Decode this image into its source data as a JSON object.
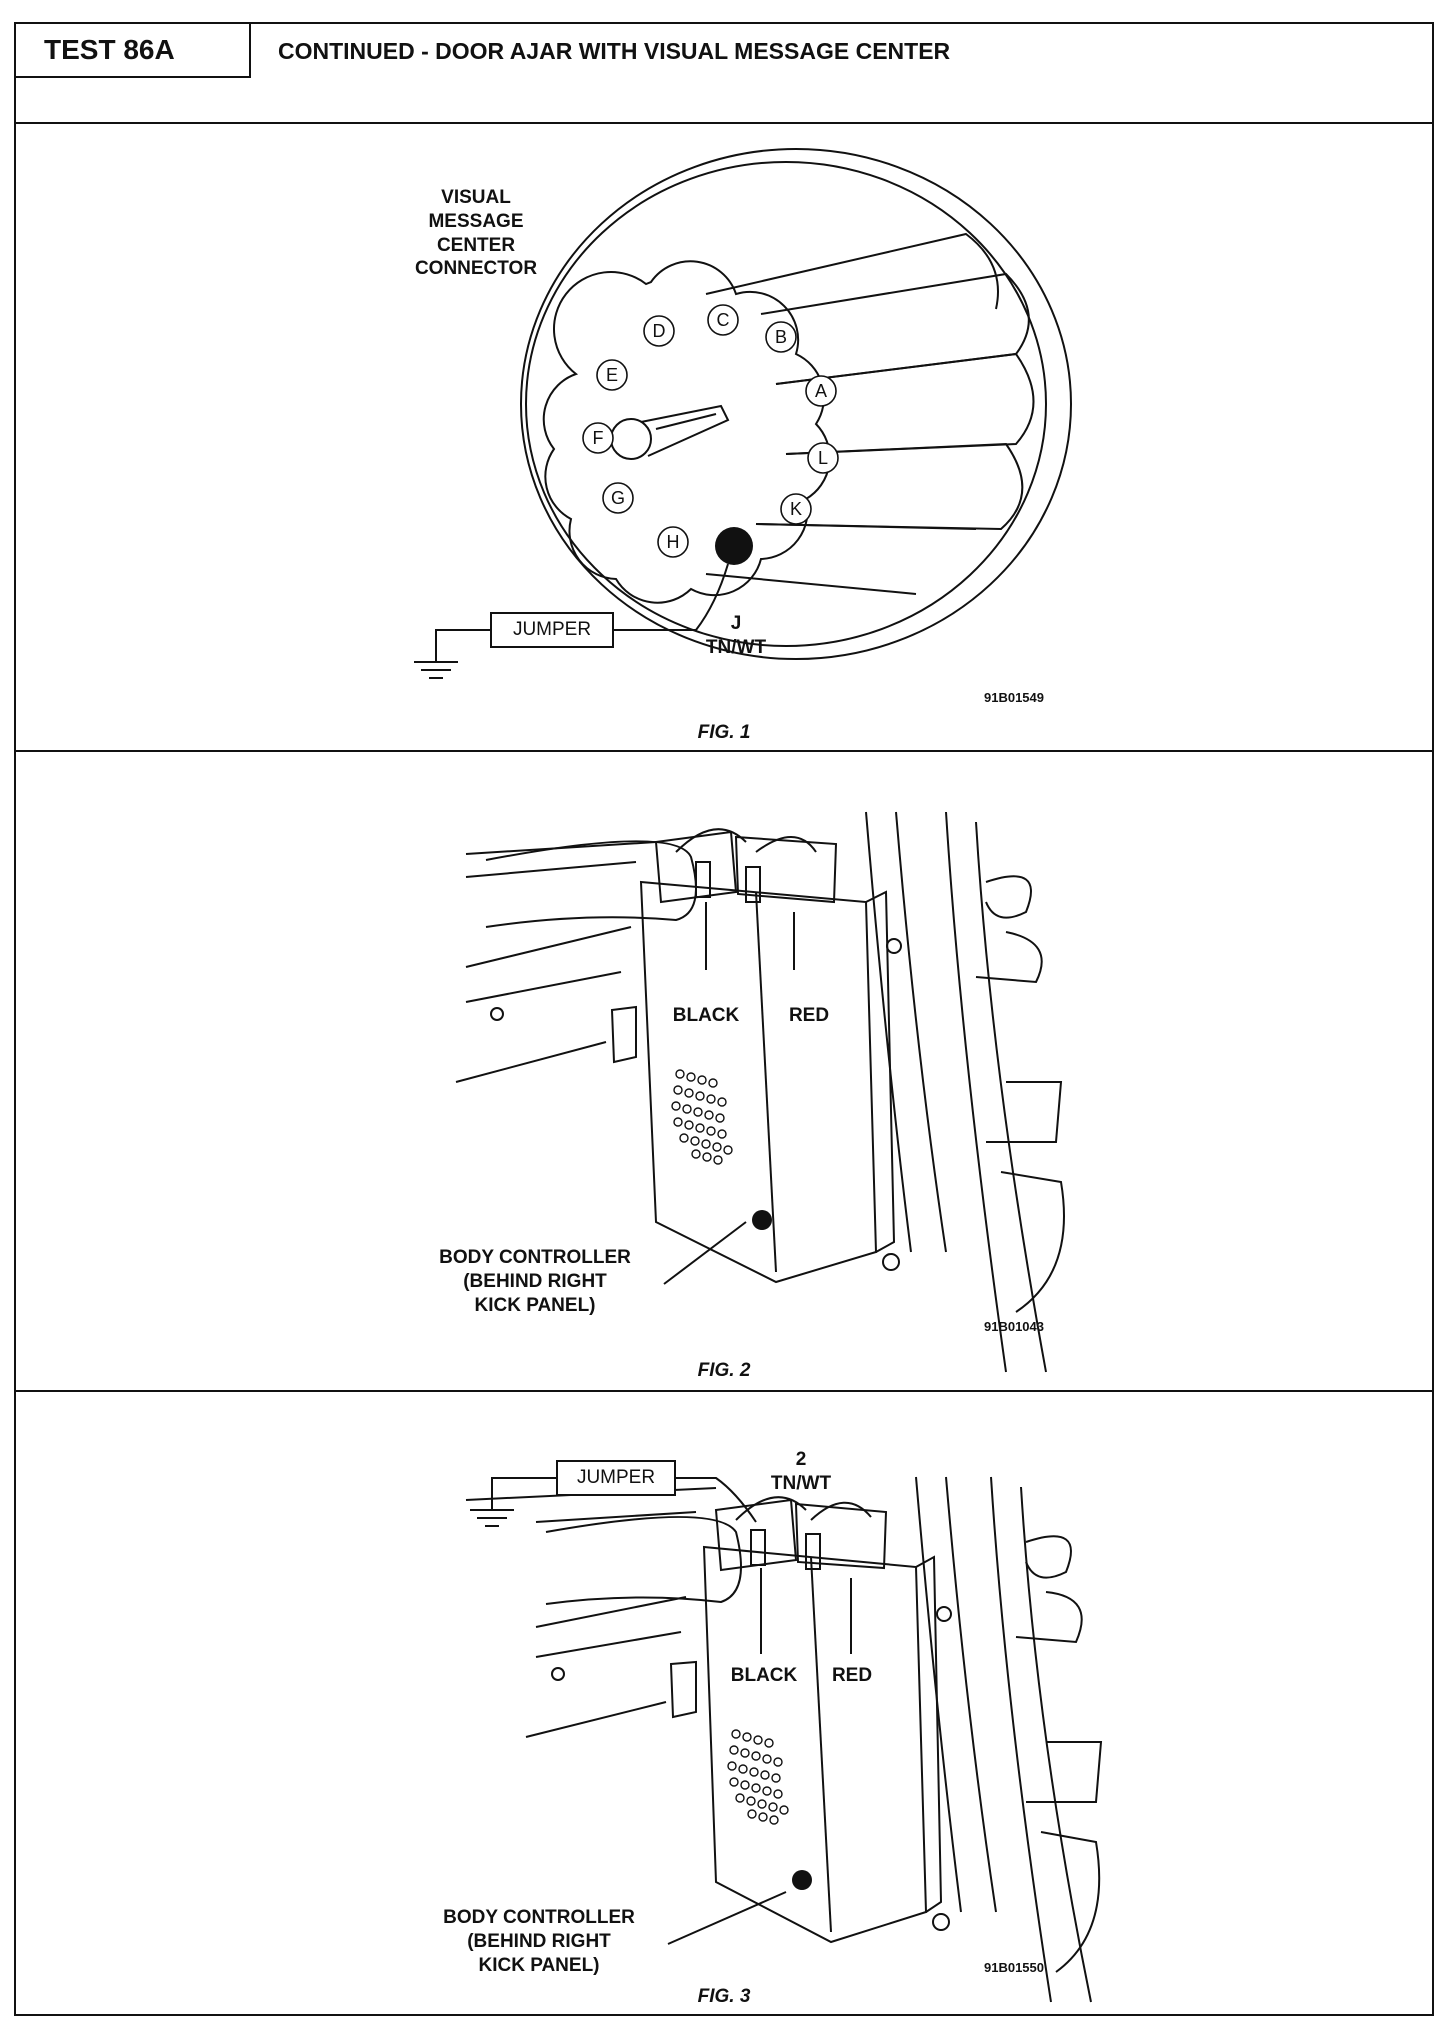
{
  "header": {
    "test_id": "TEST 86A",
    "title": "CONTINUED - DOOR AJAR WITH VISUAL MESSAGE CENTER"
  },
  "fig1": {
    "caption": "FIG. 1",
    "code": "91B01549",
    "connector_label": [
      "VISUAL",
      "MESSAGE",
      "CENTER",
      "CONNECTOR"
    ],
    "pins": [
      "A",
      "B",
      "C",
      "D",
      "E",
      "F",
      "G",
      "H",
      "J",
      "K",
      "L"
    ],
    "jumper_label": "JUMPER",
    "pin_label": "J",
    "wire_label": "TN/WT"
  },
  "fig2": {
    "caption": "FIG. 2",
    "code": "91B01043",
    "black_label": "BLACK",
    "red_label": "RED",
    "controller_label": [
      "BODY CONTROLLER",
      "(BEHIND RIGHT",
      "KICK PANEL)"
    ]
  },
  "fig3": {
    "caption": "FIG. 3",
    "code": "91B01550",
    "jumper_label": "JUMPER",
    "pin_label": "2",
    "wire_label": "TN/WT",
    "black_label": "BLACK",
    "red_label": "RED",
    "controller_label": [
      "BODY CONTROLLER",
      "(BEHIND RIGHT",
      "KICK PANEL)"
    ]
  }
}
